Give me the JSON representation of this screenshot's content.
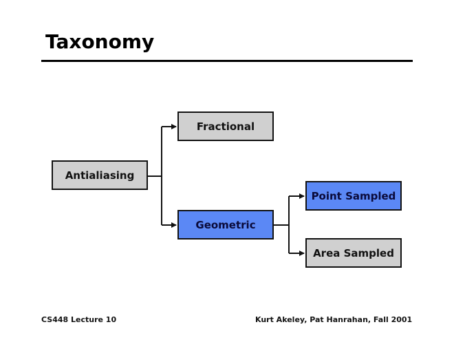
{
  "slide": {
    "title": "Taxonomy",
    "footer_left": "CS448 Lecture 10",
    "footer_right": "Kurt Akeley, Pat Hanrahan, Fall 2001"
  },
  "colors": {
    "gray_node": "#d0d0d0",
    "blue_node": "#5b88f5",
    "border": "#111111"
  },
  "nodes": {
    "antialiasing": {
      "label": "Antialiasing",
      "highlighted": false
    },
    "fractional": {
      "label": "Fractional",
      "highlighted": false
    },
    "geometric": {
      "label": "Geometric",
      "highlighted": true
    },
    "point_sampled": {
      "label": "Point Sampled",
      "highlighted": true
    },
    "area_sampled": {
      "label": "Area Sampled",
      "highlighted": false
    }
  },
  "edges": [
    {
      "from": "Antialiasing",
      "to": "Fractional"
    },
    {
      "from": "Antialiasing",
      "to": "Geometric"
    },
    {
      "from": "Geometric",
      "to": "Point Sampled"
    },
    {
      "from": "Geometric",
      "to": "Area Sampled"
    }
  ]
}
